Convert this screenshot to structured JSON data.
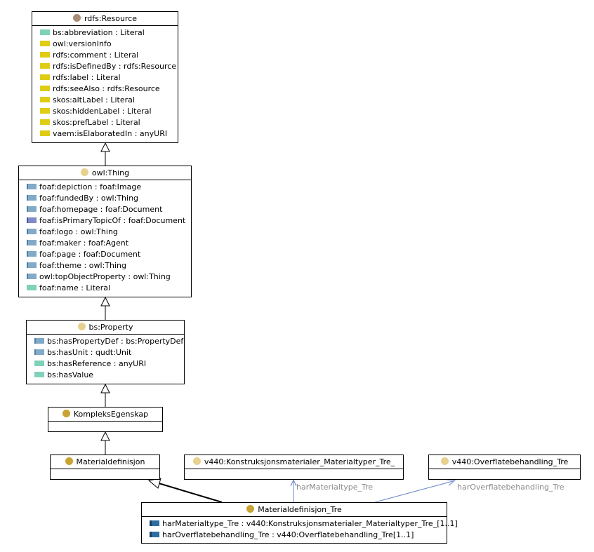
{
  "classes": {
    "rdfs_resource": {
      "title": "rdfs:Resource",
      "color": "#a98d74",
      "attrs": [
        {
          "text": "bs:abbreviation : Literal",
          "kind": "datatype"
        },
        {
          "text": "owl:versionInfo",
          "kind": "annotation"
        },
        {
          "text": "rdfs:comment : Literal",
          "kind": "annotation"
        },
        {
          "text": "rdfs:isDefinedBy : rdfs:Resource",
          "kind": "annotation"
        },
        {
          "text": "rdfs:label : Literal",
          "kind": "annotation"
        },
        {
          "text": "rdfs:seeAlso : rdfs:Resource",
          "kind": "annotation"
        },
        {
          "text": "skos:altLabel : Literal",
          "kind": "annotation"
        },
        {
          "text": "skos:hiddenLabel : Literal",
          "kind": "annotation"
        },
        {
          "text": "skos:prefLabel : Literal",
          "kind": "annotation"
        },
        {
          "text": "vaem:isElaboratedIn : anyURI",
          "kind": "annotation"
        }
      ]
    },
    "owl_thing": {
      "title": "owl:Thing",
      "color": "#e8d08e",
      "attrs": [
        {
          "text": "foaf:depiction : foaf:Image",
          "kind": "object"
        },
        {
          "text": "foaf:fundedBy : owl:Thing",
          "kind": "object"
        },
        {
          "text": "foaf:homepage : foaf:Document",
          "kind": "object"
        },
        {
          "text": "foaf:isPrimaryTopicOf : foaf:Document",
          "kind": "functional"
        },
        {
          "text": "foaf:logo : owl:Thing",
          "kind": "object"
        },
        {
          "text": "foaf:maker : foaf:Agent",
          "kind": "object"
        },
        {
          "text": "foaf:page : foaf:Document",
          "kind": "object"
        },
        {
          "text": "foaf:theme : owl:Thing",
          "kind": "object"
        },
        {
          "text": "owl:topObjectProperty : owl:Thing",
          "kind": "object"
        },
        {
          "text": "foaf:name : Literal",
          "kind": "datatype"
        }
      ]
    },
    "bs_property": {
      "title": "bs:Property",
      "color": "#e8d08e",
      "attrs": [
        {
          "text": "bs:hasPropertyDef : bs:PropertyDef",
          "kind": "object"
        },
        {
          "text": "bs:hasUnit : qudt:Unit",
          "kind": "object"
        },
        {
          "text": "bs:hasReference : anyURI",
          "kind": "datatype"
        },
        {
          "text": "bs:hasValue",
          "kind": "datatype"
        }
      ]
    },
    "kompleks": {
      "title": "KompleksEgenskap",
      "color": "#c9a332",
      "attrs": []
    },
    "materialdef": {
      "title": "Materialdefinisjon",
      "color": "#c9a332",
      "attrs": []
    },
    "konstruksjon": {
      "title": "v440:Konstruksjonsmaterialer_Materialtyper_Tre_",
      "color": "#e8d08e",
      "attrs": []
    },
    "overflate": {
      "title": "v440:Overflatebehandling_Tre",
      "color": "#e8d08e",
      "attrs": []
    },
    "materialdef_tre": {
      "title": "Materialdefinisjon_Tre",
      "color": "#c9a332",
      "attrs": [
        {
          "text": "harMaterialtype_Tre : v440:Konstruksjonsmaterialer_Materialtyper_Tre_[1..1]",
          "kind": "restriction"
        },
        {
          "text": "harOverflatebehandling_Tre : v440:Overflatebehandling_Tre[1..1]",
          "kind": "restriction"
        }
      ]
    }
  },
  "edge_labels": {
    "har_materialtype": "harMaterialtype_Tre",
    "har_overflate": "harOverflatebehandling_Tre"
  },
  "colors": {
    "edge_line": "#000000",
    "association_line": "#6a86c8"
  }
}
